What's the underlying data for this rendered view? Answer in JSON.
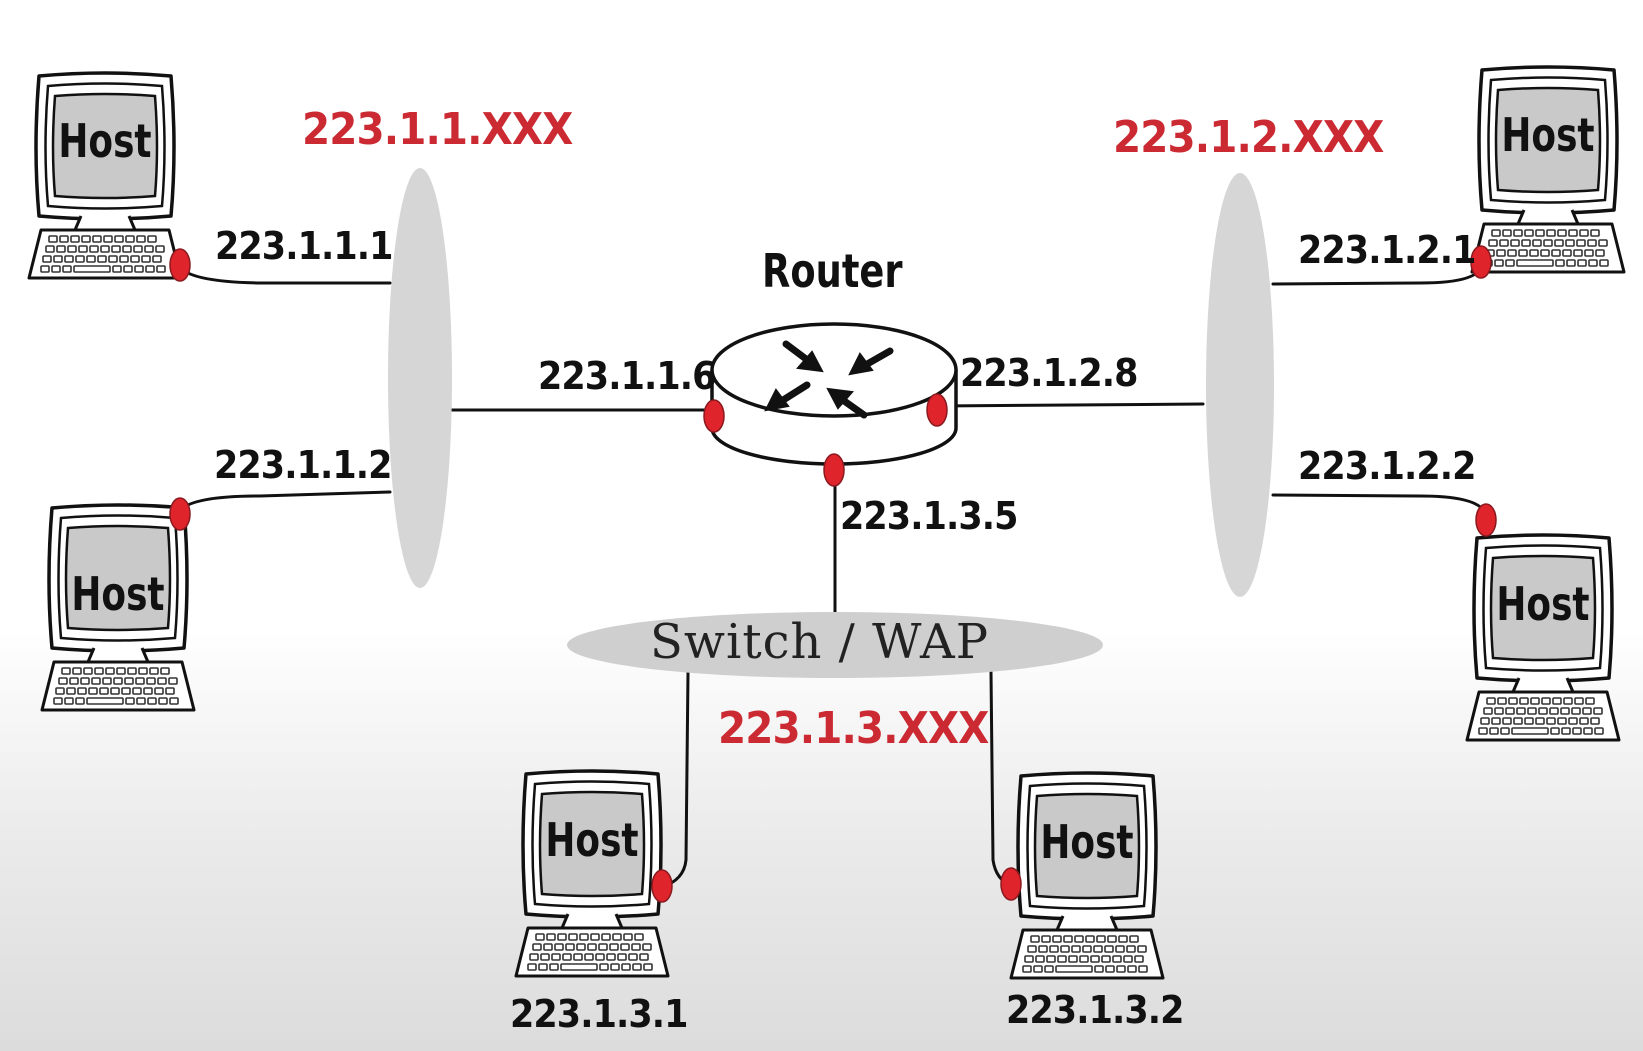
{
  "router": {
    "label": "Router"
  },
  "switch": {
    "label": "Switch / WAP"
  },
  "networks": {
    "left": {
      "label": "223.1.1.XXX",
      "color": "#cc2a33"
    },
    "right": {
      "label": "223.1.2.XXX",
      "color": "#cc2a33"
    },
    "bottom": {
      "label": "223.1.3.XXX",
      "color": "#cc2a33"
    }
  },
  "interfaces": {
    "router_left": "223.1.1.6",
    "router_right": "223.1.2.8",
    "router_bottom": "223.1.3.5"
  },
  "hosts": {
    "top_left": {
      "label": "Host",
      "ip": "223.1.1.1"
    },
    "bottom_left": {
      "label": "Host",
      "ip": "223.1.1.2"
    },
    "top_right": {
      "label": "Host",
      "ip": "223.1.2.1"
    },
    "bottom_right": {
      "label": "Host",
      "ip": "223.1.2.2"
    },
    "switch_left": {
      "label": "Host",
      "ip": "223.1.3.1"
    },
    "switch_right": {
      "label": "Host",
      "ip": "223.1.3.2"
    }
  },
  "colors": {
    "link_dot": "#e0242c",
    "network_bus": "#d6d6d6",
    "ip_label": "#111111"
  },
  "icons": [
    "computer-icon",
    "router-icon",
    "switch-icon"
  ]
}
